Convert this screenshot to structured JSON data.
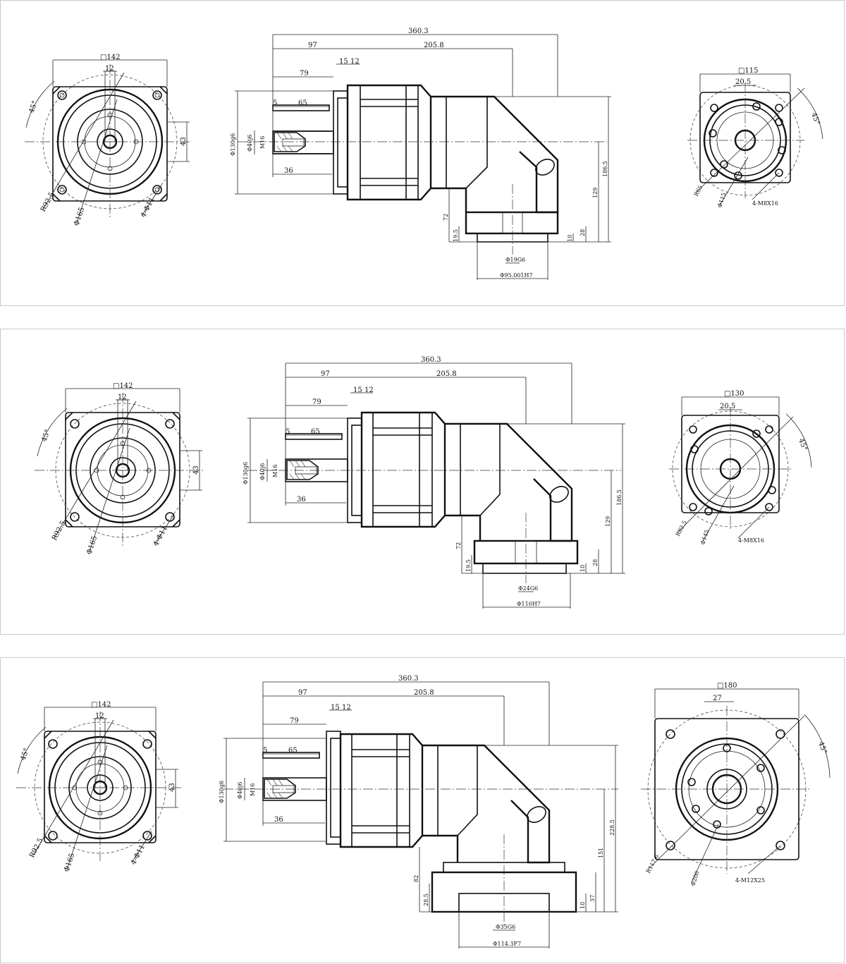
{
  "drawings": [
    {
      "id": "view-1",
      "input_flange": {
        "square": "□142",
        "slot": "12",
        "angle": "45°",
        "offset": "43",
        "bolt_circle": "R92.5",
        "diameter": "Φ165",
        "holes": "4-Φ11"
      },
      "side": {
        "overall": "360.3",
        "flange_len": "97",
        "body_len": "205.8",
        "d15": "15",
        "d12": "12",
        "d79": "79",
        "d65": "65",
        "d5": "5",
        "d36": "36",
        "shaft_pilot": "Φ130g6",
        "shaft_dia": "Φ40j6",
        "thread": "M16",
        "height_total": "186.5",
        "height_mid": "129",
        "h72": "72",
        "h19": "19.5",
        "h28": "28",
        "h10": "10",
        "bore": "Φ19G6",
        "pilot_out": "Φ95.001H7"
      },
      "output_flange": {
        "square": "□115",
        "slot": "20.5",
        "angle": "45°",
        "bolt_circle": "R65",
        "diameter": "Φ115",
        "holes": "4-M8X16"
      }
    },
    {
      "id": "view-2",
      "input_flange": {
        "square": "□142",
        "slot": "12",
        "angle": "45°",
        "offset": "43",
        "bolt_circle": "R92.5",
        "diameter": "Φ165",
        "holes": "4-Φ11"
      },
      "side": {
        "overall": "360.3",
        "flange_len": "97",
        "body_len": "205.8",
        "d15": "15",
        "d12": "12",
        "d79": "79",
        "d65": "65",
        "d5": "5",
        "d36": "36",
        "shaft_pilot": "Φ130g6",
        "shaft_dia": "Φ40j6",
        "thread": "M16",
        "height_total": "186.5",
        "height_mid": "129",
        "h72": "72",
        "h19": "19.5",
        "h28": "28",
        "h10": "10",
        "bore": "Φ24G6",
        "pilot_out": "Φ110H7"
      },
      "output_flange": {
        "square": "□130",
        "slot": "20.5",
        "angle": "45°",
        "bolt_circle": "R82.5",
        "diameter": "Φ145",
        "holes": "4-M8X16"
      }
    },
    {
      "id": "view-3",
      "input_flange": {
        "square": "□142",
        "slot": "12",
        "angle": "45°",
        "offset": "43",
        "bolt_circle": "R92.5",
        "diameter": "Φ165",
        "holes": "4-Φ11"
      },
      "side": {
        "overall": "360.3",
        "flange_len": "97",
        "body_len": "205.8",
        "d15": "15",
        "d12": "12",
        "d79": "79",
        "d65": "65",
        "d5": "5",
        "d36": "36",
        "shaft_pilot": "Φ130g6",
        "shaft_dia": "Φ40j6",
        "thread": "M16",
        "height_total": "228.5",
        "height_mid": "151",
        "h72": "82",
        "h19": "28.5",
        "h28": "37",
        "h10": "10",
        "bore": "Φ35G6",
        "pilot_out": "Φ114.3F7"
      },
      "output_flange": {
        "square": "□180",
        "slot": "27",
        "angle": "45°",
        "bolt_circle": "R117.6",
        "diameter": "Φ200",
        "holes": "4-M12X25"
      }
    }
  ]
}
